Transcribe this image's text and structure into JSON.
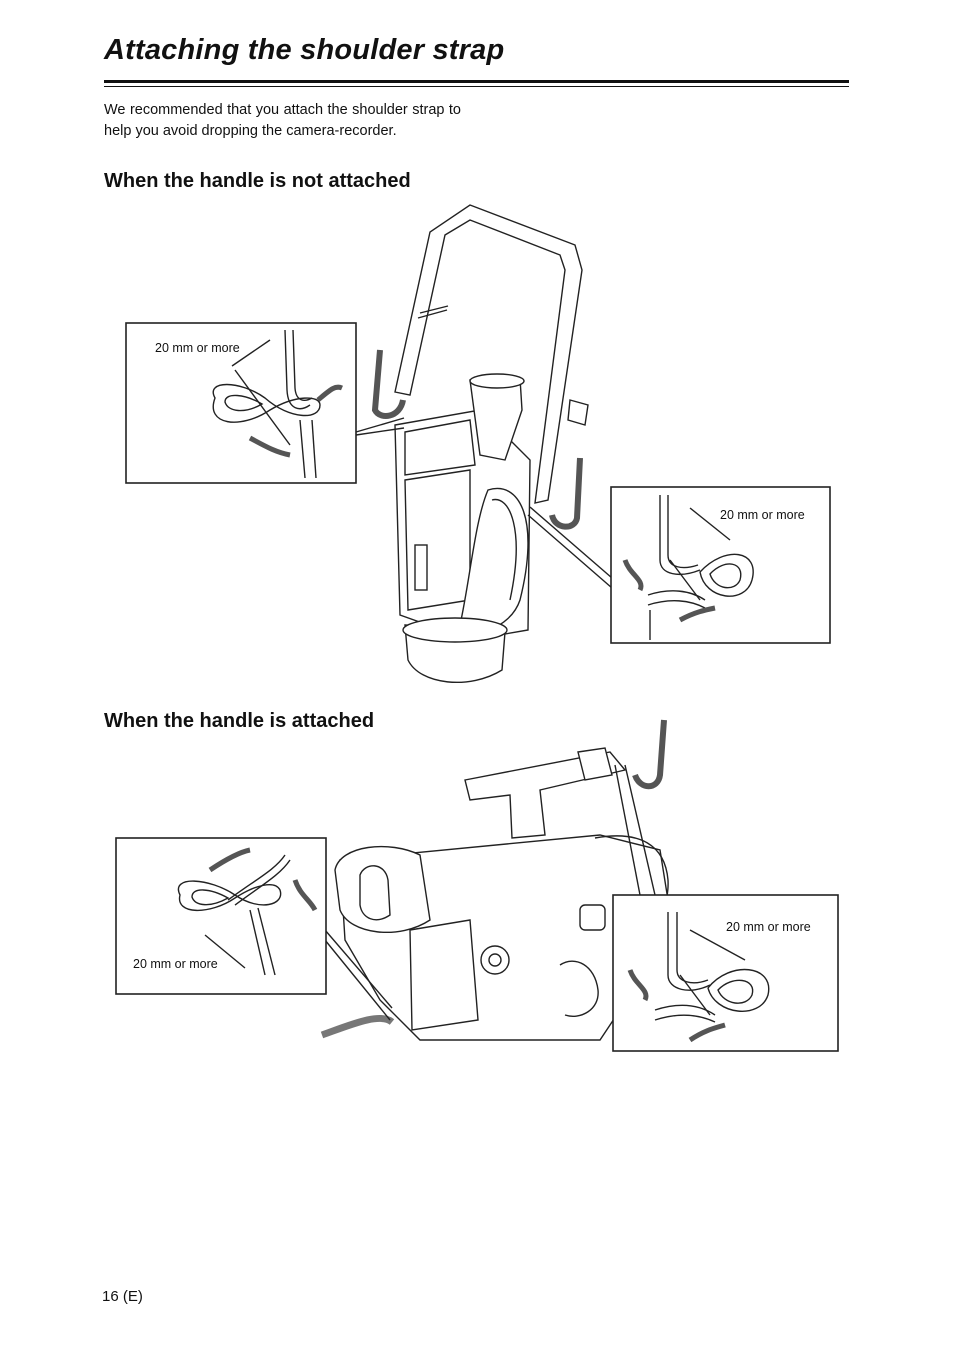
{
  "page": {
    "title": "Attaching the shoulder strap",
    "intro": "We recommended that you attach the shoulder strap to help you avoid dropping the camera-recorder.",
    "page_number": "16 (E)"
  },
  "sections": [
    {
      "heading": "When the handle is not attached"
    },
    {
      "heading": "When the handle is attached"
    }
  ],
  "figure_labels": {
    "length_note": "20 mm or more"
  }
}
